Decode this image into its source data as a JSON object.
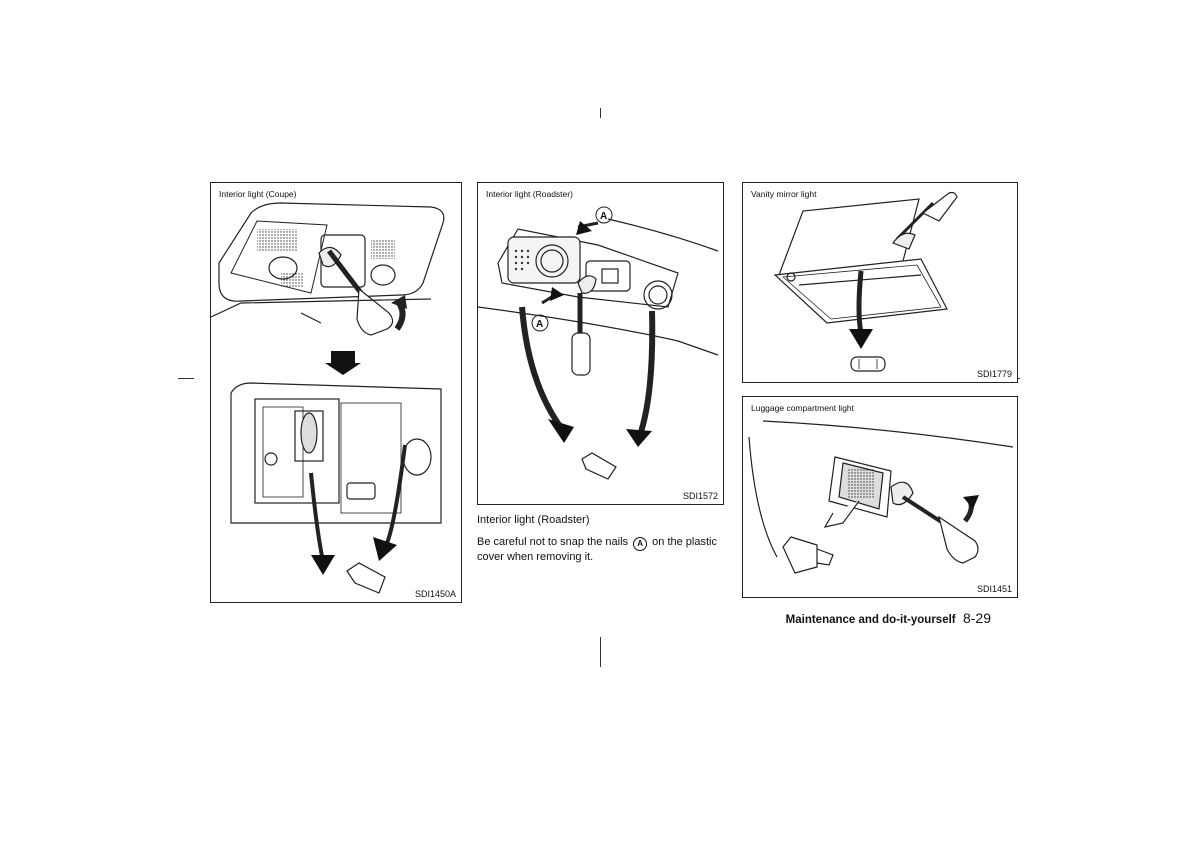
{
  "figures": [
    {
      "caption": "Interior light (Coupe)",
      "code": "SDI1450A"
    },
    {
      "caption": "Interior light (Roadster)",
      "code": "SDI1572",
      "callouts": [
        "A",
        "A"
      ]
    },
    {
      "caption": "Vanity mirror light",
      "code": "SDI1779"
    },
    {
      "caption": "Luggage compartment light",
      "code": "SDI1451"
    }
  ],
  "text": {
    "heading": "Interior light (Roadster)",
    "body_before": "Be careful not to snap the nails",
    "callout": "A",
    "body_after": "on the plastic cover when removing it."
  },
  "footer": {
    "section": "Maintenance and do-it-yourself",
    "page": "8-29"
  }
}
